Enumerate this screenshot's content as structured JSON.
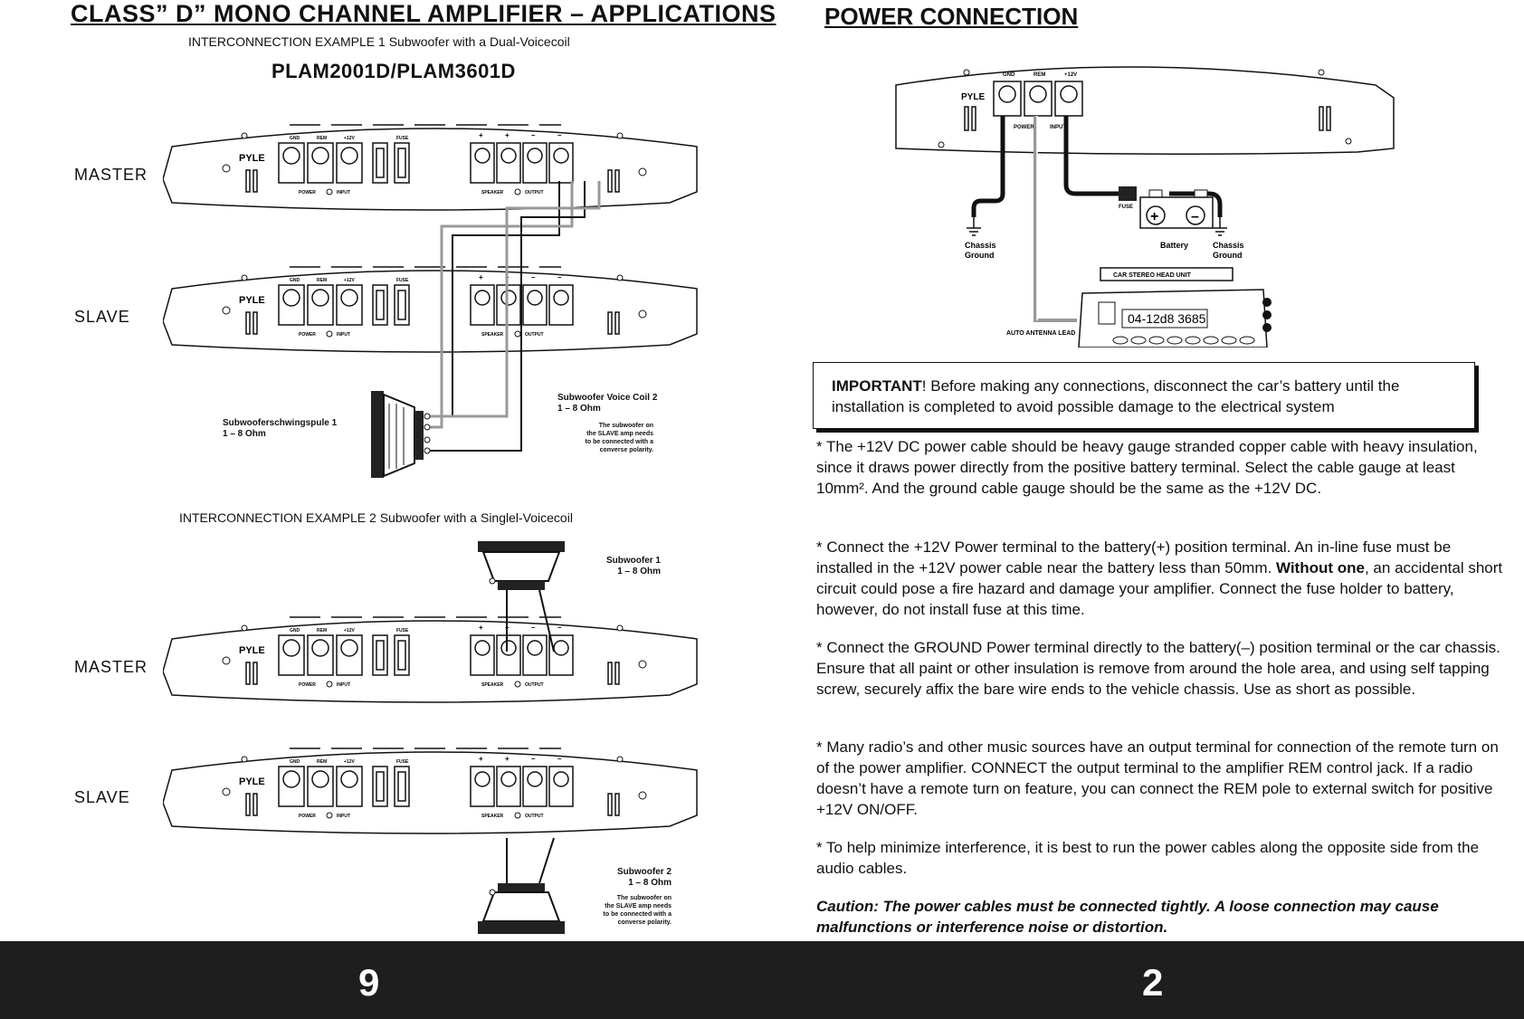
{
  "left_page": {
    "title": "CLASS” D”  MONO CHANNEL AMPLIFIER – APPLICATIONS",
    "example1": "INTERCONNECTION EXAMPLE 1 Subwoofer with a Dual-Voicecoil",
    "model": "PLAM2001D/PLAM3601D",
    "example2": "INTERCONNECTION EXAMPLE 2 Subwoofer with a Singlel-Voicecoil",
    "roles": [
      "MASTER",
      "SLAVE",
      "MASTER",
      "SLAVE"
    ],
    "amp_labels": {
      "brand": "PYLE",
      "gnd": "GND",
      "rem": "REM",
      "v12": "+12V",
      "fuse": "FUSE",
      "power": "POWER",
      "input": "INPUT",
      "speaker": "SPEAKER",
      "output": "OUTPUT",
      "plus": "+",
      "minus": "–"
    },
    "coil1": [
      "Subwooferschwingspule 1",
      "1 – 8 Ohm"
    ],
    "coil2": [
      "Subwoofer Voice Coil 2",
      "1 – 8 Ohm"
    ],
    "coil2_note": [
      "The subwoofer on",
      "the SLAVE amp needs",
      "to be connected with a",
      "converse polarity."
    ],
    "sub1": [
      "Subwoofer 1",
      "1 – 8 Ohm"
    ],
    "sub2": [
      "Subwoofer 2",
      "1 – 8 Ohm"
    ],
    "sub2_note": [
      "The subwoofer on",
      "the SLAVE amp needs",
      "to be connected with a",
      "converse polarity."
    ],
    "page_number": "9"
  },
  "right_page": {
    "title": "POWER CONNECTION",
    "diagram": {
      "chassis_ground_left": [
        "Chassis",
        "Ground"
      ],
      "battery": "Battery",
      "chassis_ground_right": [
        "Chassis",
        "Ground"
      ],
      "fuse": "FUSE",
      "head_unit_label": "CAR STEREO HEAD UNIT",
      "display": "04-12d8 3685",
      "auto_antenna": "AUTO ANTENNA LEAD",
      "top_labels": [
        "GND",
        "REM",
        "+12V"
      ],
      "power": "POWER",
      "input": "INPUT"
    },
    "important_bold": "IMPORTANT",
    "important_text": "! Before making any connections, disconnect the car’s battery until the installation is  completed to avoid possible damage to the electrical system",
    "p1": "* The +12V DC power cable should be heavy gauge stranded copper cable with heavy insulation, since it draws power directly from the positive battery terminal. Select the cable gauge at least 10mm². And the ground cable gauge should be the same as the +12V DC.",
    "p2_a": "* Connect the +12V Power terminal to the battery(+) position terminal. An in-line fuse must be installed in the +12V power cable near the battery less than 50mm. ",
    "p2_bold": "Without one",
    "p2_b": ", an accidental short circuit could pose a fire hazard and damage your amplifier. Connect the fuse holder to battery, however, do not install fuse at this time.",
    "p3": "* Connect the GROUND Power terminal directly to the battery(–) position terminal or the car chassis. Ensure that all paint or other insulation is remove from around the hole area, and using self tapping screw, securely affix the bare wire ends to the vehicle chassis. Use as short as possible.",
    "p4": "* Many radio’s and other music sources have an output terminal for connection of the remote turn on of the power amplifier. CONNECT the output terminal to the amplifier REM control jack. If a radio doesn’t have a remote turn on feature, you can connect the REM pole to external switch for positive +12V ON/OFF.",
    "p5": "* To help minimize interference, it is best to run the power cables along the opposite side from the audio cables.",
    "caution": "Caution: The power cables must be connected tightly. A loose connection may cause malfunctions or interference noise or distortion.",
    "page_number": "2"
  }
}
